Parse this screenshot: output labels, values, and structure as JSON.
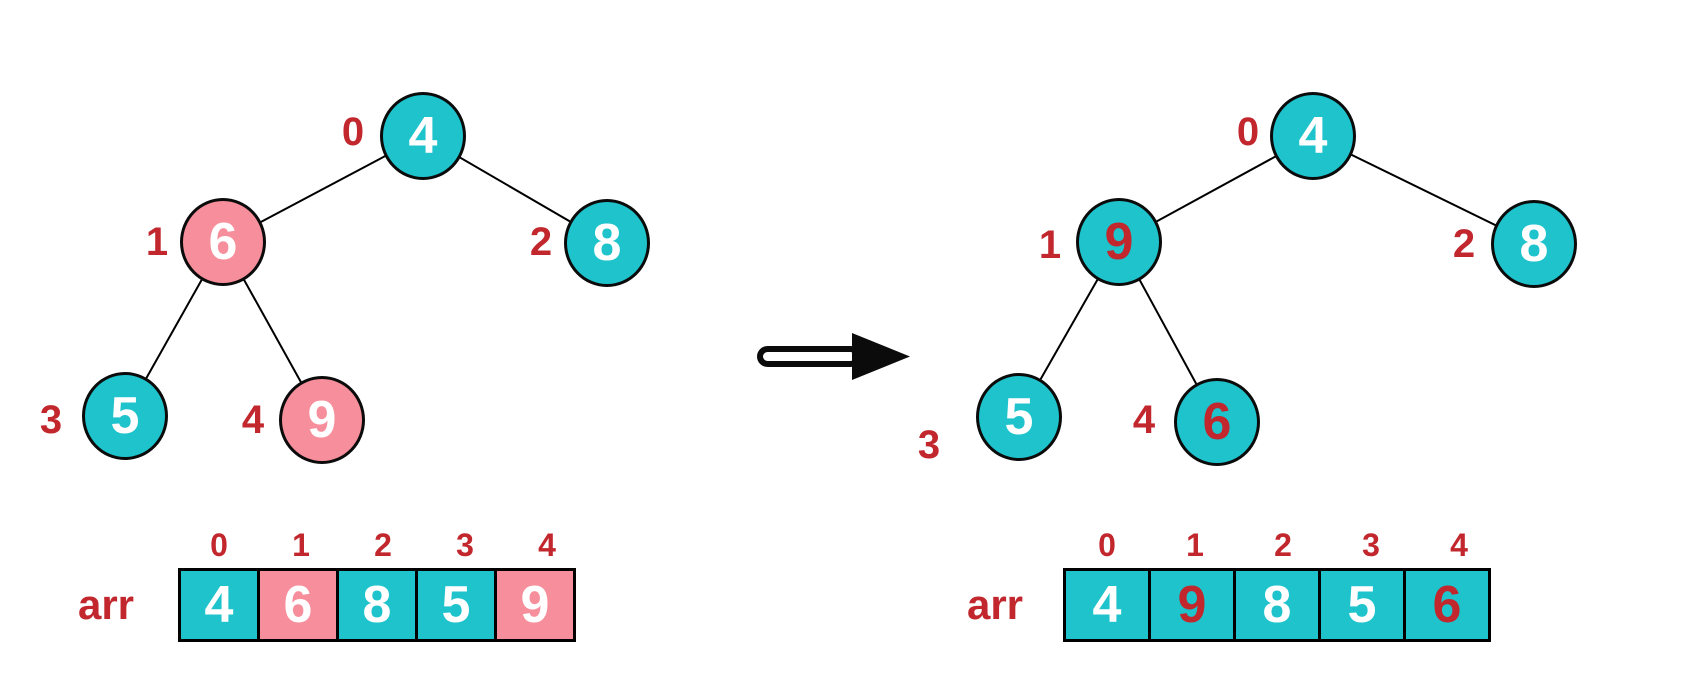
{
  "colors": {
    "teal": "#1EC3CC",
    "pink": "#F68E9B",
    "red": "#C1272D",
    "node_text": "#FFFFFF",
    "line": "#000000"
  },
  "icons": {
    "transform_arrow": "right-arrow"
  },
  "tree_edges": [
    [
      0,
      1
    ],
    [
      0,
      2
    ],
    [
      1,
      3
    ],
    [
      1,
      4
    ]
  ],
  "left": {
    "nodes": [
      {
        "index": "0",
        "value": "4",
        "fill": "teal",
        "text_color": "white"
      },
      {
        "index": "1",
        "value": "6",
        "fill": "pink",
        "text_color": "white"
      },
      {
        "index": "2",
        "value": "8",
        "fill": "teal",
        "text_color": "white"
      },
      {
        "index": "3",
        "value": "5",
        "fill": "teal",
        "text_color": "white"
      },
      {
        "index": "4",
        "value": "9",
        "fill": "pink",
        "text_color": "white"
      }
    ],
    "array": {
      "label": "arr",
      "cells": [
        {
          "index": "0",
          "value": "4",
          "fill": "teal",
          "text_color": "white"
        },
        {
          "index": "1",
          "value": "6",
          "fill": "pink",
          "text_color": "white"
        },
        {
          "index": "2",
          "value": "8",
          "fill": "teal",
          "text_color": "white"
        },
        {
          "index": "3",
          "value": "5",
          "fill": "teal",
          "text_color": "white"
        },
        {
          "index": "4",
          "value": "9",
          "fill": "pink",
          "text_color": "white"
        }
      ]
    }
  },
  "right": {
    "nodes": [
      {
        "index": "0",
        "value": "4",
        "fill": "teal",
        "text_color": "white"
      },
      {
        "index": "1",
        "value": "9",
        "fill": "teal",
        "text_color": "red"
      },
      {
        "index": "2",
        "value": "8",
        "fill": "teal",
        "text_color": "white"
      },
      {
        "index": "3",
        "value": "5",
        "fill": "teal",
        "text_color": "white"
      },
      {
        "index": "4",
        "value": "6",
        "fill": "teal",
        "text_color": "red"
      }
    ],
    "array": {
      "label": "arr",
      "cells": [
        {
          "index": "0",
          "value": "4",
          "fill": "teal",
          "text_color": "white"
        },
        {
          "index": "1",
          "value": "9",
          "fill": "teal",
          "text_color": "red"
        },
        {
          "index": "2",
          "value": "8",
          "fill": "teal",
          "text_color": "white"
        },
        {
          "index": "3",
          "value": "5",
          "fill": "teal",
          "text_color": "white"
        },
        {
          "index": "4",
          "value": "6",
          "fill": "teal",
          "text_color": "red"
        }
      ]
    }
  }
}
